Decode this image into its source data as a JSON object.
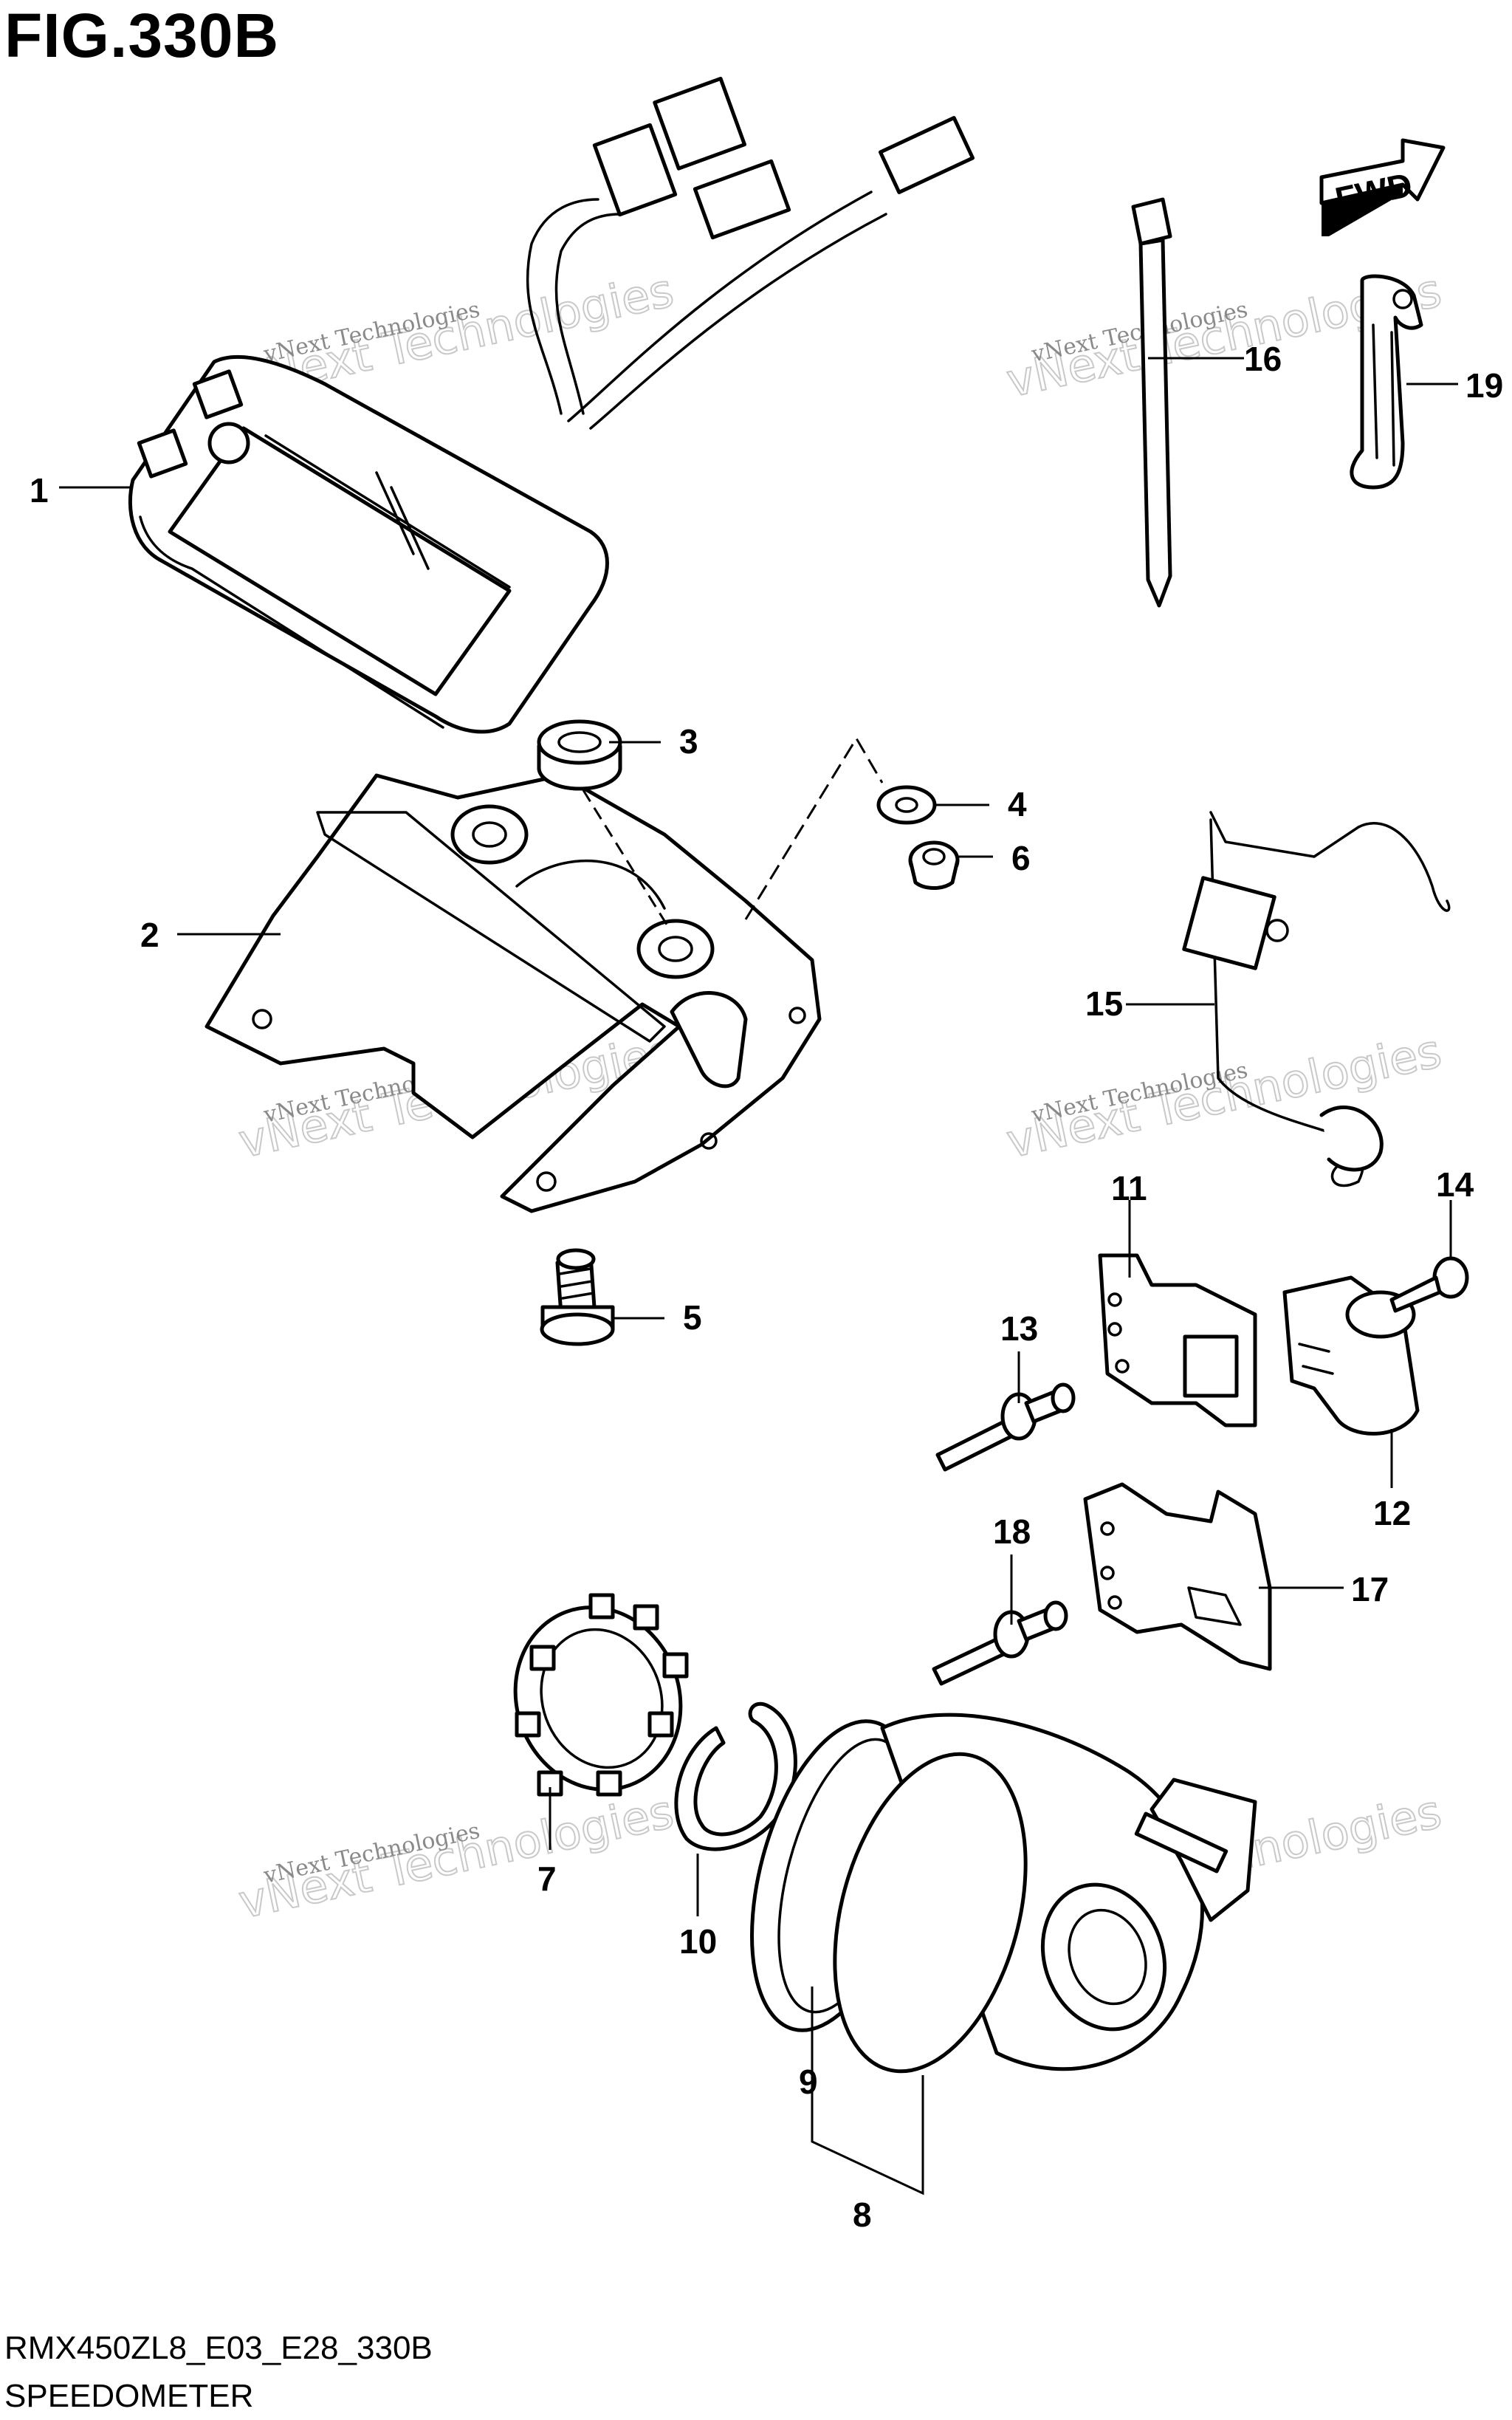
{
  "header": {
    "title": "FIG.330B"
  },
  "footer": {
    "model_code": "RMX450ZL8_E03_E28_330B",
    "section_name": "SPEEDOMETER"
  },
  "arrow": {
    "label": "FWD"
  },
  "watermark": {
    "line1": "vNext Technologies",
    "line2": "vNext Technologies"
  },
  "callouts": [
    "1",
    "2",
    "3",
    "4",
    "5",
    "6",
    "7",
    "8",
    "9",
    "10",
    "11",
    "12",
    "13",
    "14",
    "15",
    "16",
    "17",
    "18",
    "19"
  ]
}
